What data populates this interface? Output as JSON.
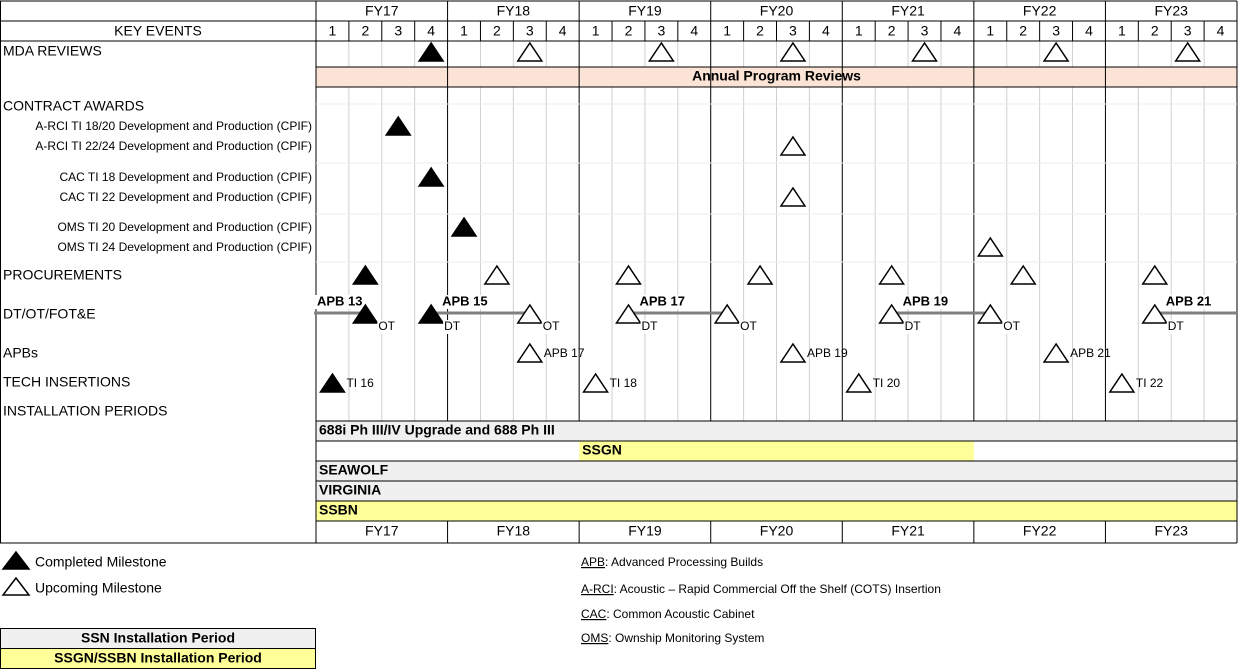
{
  "header_label": "KEY EVENTS",
  "fiscal_years": [
    "FY17",
    "FY18",
    "FY19",
    "FY20",
    "FY21",
    "FY22",
    "FY23"
  ],
  "quarters": [
    "1",
    "2",
    "3",
    "4"
  ],
  "colors": {
    "milestone_fill": "#000000",
    "annual_band": "#fbe4d5",
    "ssn_band": "#f0f0f0",
    "ssgn_band": "#ffff99",
    "grid": "#000000",
    "dt_line": "#808080"
  },
  "rows": {
    "mda": "MDA REVIEWS",
    "contract": "CONTRACT AWARDS",
    "arci_18_20": "A-RCI TI 18/20 Development and Production (CPIF)",
    "arci_22_24": "A-RCI TI 22/24 Development and Production (CPIF)",
    "cac_18": "CAC TI 18 Development and Production (CPIF)",
    "cac_22": "CAC TI 22 Development and Production (CPIF)",
    "oms_20": "OMS TI 20 Development and Production (CPIF)",
    "oms_24": "OMS TI 24 Development and Production (CPIF)",
    "procurements": "PROCUREMENTS",
    "dtot": "DT/OT/FOT&E",
    "apbs": "APBs",
    "tech": "TECH INSERTIONS",
    "install": "INSTALLATION PERIODS"
  },
  "annual_reviews_label": "Annual Program Reviews",
  "installation_bars": [
    {
      "label": "688i Ph III/IV Upgrade and 688 Ph III",
      "start": "FY17",
      "end": "FY23",
      "type": "ssn"
    },
    {
      "label": "SSGN",
      "start": "FY19",
      "end": "FY21",
      "type": "ssgn"
    },
    {
      "label": "SEAWOLF",
      "start": "FY17",
      "end": "FY23",
      "type": "ssn"
    },
    {
      "label": "VIRGINIA",
      "start": "FY17",
      "end": "FY23",
      "type": "ssn"
    },
    {
      "label": "SSBN",
      "start": "FY17",
      "end": "FY23",
      "type": "ssgn"
    }
  ],
  "chart_data": {
    "type": "table",
    "x_unit": "fiscal quarter",
    "milestones": [
      {
        "row": "mda",
        "fy": "FY17",
        "q": 4,
        "status": "completed"
      },
      {
        "row": "mda",
        "fy": "FY18",
        "q": 3,
        "status": "upcoming"
      },
      {
        "row": "mda",
        "fy": "FY19",
        "q": 3,
        "status": "upcoming"
      },
      {
        "row": "mda",
        "fy": "FY20",
        "q": 3,
        "status": "upcoming"
      },
      {
        "row": "mda",
        "fy": "FY21",
        "q": 3,
        "status": "upcoming"
      },
      {
        "row": "mda",
        "fy": "FY22",
        "q": 3,
        "status": "upcoming"
      },
      {
        "row": "mda",
        "fy": "FY23",
        "q": 3,
        "status": "upcoming"
      },
      {
        "row": "arci_18_20",
        "fy": "FY17",
        "q": 3,
        "status": "completed"
      },
      {
        "row": "arci_22_24",
        "fy": "FY20",
        "q": 3,
        "status": "upcoming"
      },
      {
        "row": "cac_18",
        "fy": "FY17",
        "q": 4,
        "status": "completed"
      },
      {
        "row": "cac_22",
        "fy": "FY20",
        "q": 3,
        "status": "upcoming"
      },
      {
        "row": "oms_20",
        "fy": "FY18",
        "q": 1,
        "status": "completed"
      },
      {
        "row": "oms_24",
        "fy": "FY22",
        "q": 1,
        "status": "upcoming"
      },
      {
        "row": "procurements",
        "fy": "FY17",
        "q": 2,
        "status": "completed"
      },
      {
        "row": "procurements",
        "fy": "FY18",
        "q": 2,
        "status": "upcoming"
      },
      {
        "row": "procurements",
        "fy": "FY19",
        "q": 2,
        "status": "upcoming"
      },
      {
        "row": "procurements",
        "fy": "FY20",
        "q": 2,
        "status": "upcoming"
      },
      {
        "row": "procurements",
        "fy": "FY21",
        "q": 2,
        "status": "upcoming"
      },
      {
        "row": "procurements",
        "fy": "FY22",
        "q": 2,
        "status": "upcoming"
      },
      {
        "row": "procurements",
        "fy": "FY23",
        "q": 2,
        "status": "upcoming"
      },
      {
        "row": "dtot",
        "fy": "FY17",
        "q": 2,
        "status": "completed",
        "label": "OT"
      },
      {
        "row": "dtot",
        "fy": "FY17",
        "q": 4,
        "status": "completed",
        "label": "DT"
      },
      {
        "row": "dtot",
        "fy": "FY18",
        "q": 3,
        "status": "upcoming",
        "label": "OT"
      },
      {
        "row": "dtot",
        "fy": "FY19",
        "q": 2,
        "status": "upcoming",
        "label": "DT"
      },
      {
        "row": "dtot",
        "fy": "FY20",
        "q": 1,
        "status": "upcoming",
        "label": "OT"
      },
      {
        "row": "dtot",
        "fy": "FY21",
        "q": 2,
        "status": "upcoming",
        "label": "DT"
      },
      {
        "row": "dtot",
        "fy": "FY22",
        "q": 1,
        "status": "upcoming",
        "label": "OT"
      },
      {
        "row": "dtot",
        "fy": "FY23",
        "q": 2,
        "status": "upcoming",
        "label": "DT"
      },
      {
        "row": "apbs",
        "fy": "FY18",
        "q": 3,
        "status": "upcoming",
        "label": "APB 17"
      },
      {
        "row": "apbs",
        "fy": "FY20",
        "q": 3,
        "status": "upcoming",
        "label": "APB 19"
      },
      {
        "row": "apbs",
        "fy": "FY22",
        "q": 3,
        "status": "upcoming",
        "label": "APB 21"
      },
      {
        "row": "tech",
        "fy": "FY17",
        "q": 1,
        "status": "completed",
        "label": "TI 16"
      },
      {
        "row": "tech",
        "fy": "FY19",
        "q": 1,
        "status": "upcoming",
        "label": "TI 18"
      },
      {
        "row": "tech",
        "fy": "FY21",
        "q": 1,
        "status": "upcoming",
        "label": "TI 20"
      },
      {
        "row": "tech",
        "fy": "FY23",
        "q": 1,
        "status": "upcoming",
        "label": "TI 22"
      }
    ],
    "apb_test_periods": [
      {
        "label": "APB 13",
        "start": {
          "fy": "FY17",
          "q": 1
        },
        "end": {
          "fy": "FY17",
          "q": 2
        }
      },
      {
        "label": "APB 15",
        "start": {
          "fy": "FY17",
          "q": 4
        },
        "end": {
          "fy": "FY18",
          "q": 3
        }
      },
      {
        "label": "APB 17",
        "start": {
          "fy": "FY19",
          "q": 2
        },
        "end": {
          "fy": "FY20",
          "q": 1
        }
      },
      {
        "label": "APB 19",
        "start": {
          "fy": "FY21",
          "q": 2
        },
        "end": {
          "fy": "FY22",
          "q": 1
        }
      },
      {
        "label": "APB 21",
        "start": {
          "fy": "FY23",
          "q": 2
        },
        "end": {
          "fy": "FY23",
          "q": 4
        }
      }
    ]
  },
  "legend": {
    "completed": "Completed Milestone",
    "upcoming": "Upcoming Milestone",
    "ssn": "SSN Installation Period",
    "ssgn": "SSGN/SSBN Installation Period"
  },
  "acronyms": [
    {
      "abbr": "APB",
      "def": ": Advanced Processing Builds"
    },
    {
      "abbr": "A-RCI",
      "def": ": Acoustic – Rapid Commercial Off the Shelf (COTS) Insertion"
    },
    {
      "abbr": "CAC",
      "def": ": Common Acoustic Cabinet"
    },
    {
      "abbr": "OMS",
      "def": ": Ownship Monitoring System"
    }
  ]
}
